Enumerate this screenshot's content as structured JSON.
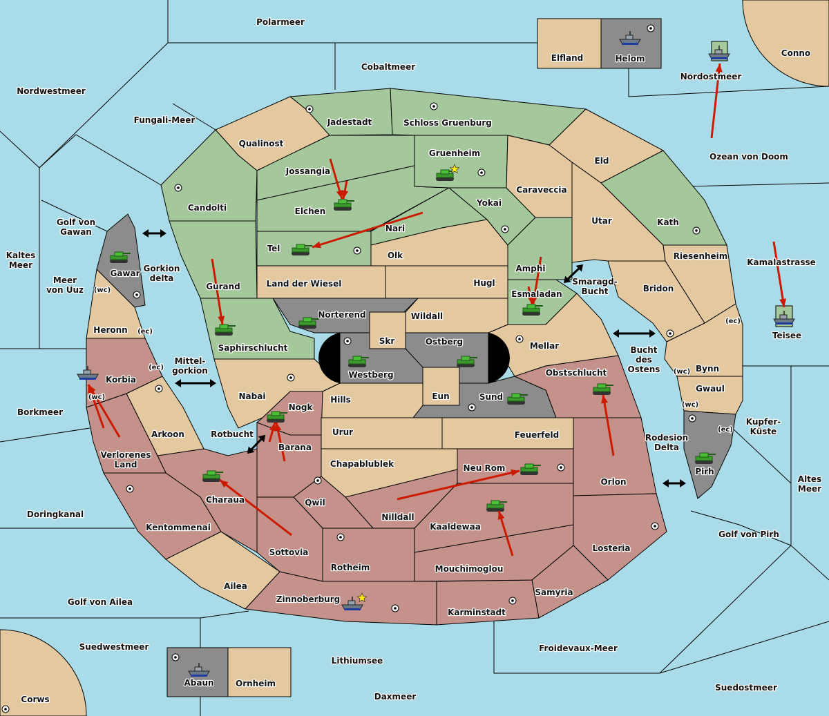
{
  "colors": {
    "sea": "#a9dce8",
    "green_power": "#a4c89c",
    "neutral": "#e3c8a0",
    "red_power": "#c4928a",
    "gray_power": "#8c8c8c",
    "impassable": "#000000",
    "move_arrow": "#cc1a00",
    "tank": "#3c9a2c",
    "ship": "#6d7a88",
    "home_star": "#ffee00"
  },
  "icons": {
    "army": "tank-icon",
    "fleet": "ship-icon",
    "supply_center": "supply-center-dot-icon",
    "capital": "star-icon",
    "move": "red-arrow-icon",
    "passage": "double-arrow-icon"
  },
  "labels": [
    [
      "Polarmeer"
    ],
    [
      "Cobaltmeer"
    ],
    [
      "Nordwestmeer"
    ],
    [
      "Fungali-Meer"
    ],
    [
      "Elfland"
    ],
    [
      "Helom"
    ],
    [
      "Conno"
    ],
    [
      "Nordostmeer"
    ],
    [
      "Jadestadt"
    ],
    [
      "Schloss Gruenburg"
    ],
    [
      "Qualinost"
    ],
    [
      "Gruenheim"
    ],
    [
      "Eld"
    ],
    [
      "Ozean von Doom"
    ],
    [
      "Jossangia"
    ],
    [
      "Caraveccia"
    ],
    [
      "Candolti"
    ],
    [
      "Yokai"
    ],
    [
      "Elchen"
    ],
    [
      "Utar"
    ],
    [
      "Kath"
    ],
    [
      "Golf von",
      "Gawan"
    ],
    [
      "Nari"
    ],
    [
      "Tel"
    ],
    [
      "Olk"
    ],
    [
      "Kaltes",
      "Meer"
    ],
    [
      "Riesenheim"
    ],
    [
      "Kamalastrasse"
    ],
    [
      "Amphi"
    ],
    [
      "Gawar"
    ],
    [
      "Gorkion",
      "delta"
    ],
    [
      "Meer",
      "von Uuz"
    ],
    [
      "Smaragd-",
      "Bucht"
    ],
    [
      "Land der Wiesel"
    ],
    [
      "Hugl"
    ],
    [
      "Gurand"
    ],
    [
      "Bridon"
    ],
    [
      "(wc)"
    ],
    [
      "Esmaladan"
    ],
    [
      "Norterend"
    ],
    [
      "Wildall"
    ],
    [
      "(ec)"
    ],
    [
      "Heronn"
    ],
    [
      "(ec)"
    ],
    [
      "Teisee"
    ],
    [
      "Skr"
    ],
    [
      "Ostberg"
    ],
    [
      "Mellar"
    ],
    [
      "Saphirschlucht"
    ],
    [
      "Bucht",
      "des",
      "Ostens"
    ],
    [
      "Mittel-",
      "gorkion"
    ],
    [
      "(ec)"
    ],
    [
      "Westberg"
    ],
    [
      "Bynn"
    ],
    [
      "(wc)"
    ],
    [
      "Obstschlucht"
    ],
    [
      "Korbia"
    ],
    [
      "Gwaul"
    ],
    [
      "Nabai"
    ],
    [
      "Eun"
    ],
    [
      "Sund"
    ],
    [
      "(wc)"
    ],
    [
      "Hills"
    ],
    [
      "(wc)"
    ],
    [
      "Nogk"
    ],
    [
      "Borkmeer"
    ],
    [
      "Kupfer-",
      "Küste"
    ],
    [
      "Urur"
    ],
    [
      "Feuerfeld"
    ],
    [
      "Arkoon"
    ],
    [
      "Rotbucht"
    ],
    [
      "Rodesion",
      "Delta"
    ],
    [
      "(ec)"
    ],
    [
      "Barana"
    ],
    [
      "Verlorenes",
      "Land"
    ],
    [
      "Chapablublek"
    ],
    [
      "Neu Rom"
    ],
    [
      "Pirh"
    ],
    [
      "Orlon"
    ],
    [
      "Altes",
      "Meer"
    ],
    [
      "Charaua"
    ],
    [
      "Qwil"
    ],
    [
      "Doringkanal"
    ],
    [
      "Nilldall"
    ],
    [
      "Kaaldewaa"
    ],
    [
      "Kentommenai"
    ],
    [
      "Golf von Pirh"
    ],
    [
      "Losteria"
    ],
    [
      "Sottovia"
    ],
    [
      "Rotheim"
    ],
    [
      "Mouchimoglou"
    ],
    [
      "Ailea"
    ],
    [
      "Samyria"
    ],
    [
      "Zinnoberburg"
    ],
    [
      "Golf von Ailea"
    ],
    [
      "Karminstadt"
    ],
    [
      "Suedwestmeer"
    ],
    [
      "Froidevaux-Meer"
    ],
    [
      "Lithiumsee"
    ],
    [
      "Abaun"
    ],
    [
      "Ornheim"
    ],
    [
      "Suedostmeer"
    ],
    [
      "Daxmeer"
    ],
    [
      "Corws"
    ]
  ],
  "units": [
    {
      "region": "Gawar",
      "type": "army"
    },
    {
      "region": "Korbia",
      "type": "fleet"
    },
    {
      "region": "Elchen",
      "type": "army"
    },
    {
      "region": "Gruenheim",
      "type": "army"
    },
    {
      "region": "Tel",
      "type": "army"
    },
    {
      "region": "Saphirschlucht",
      "type": "army"
    },
    {
      "region": "Norterend",
      "type": "army"
    },
    {
      "region": "Westberg",
      "type": "army"
    },
    {
      "region": "Ostberg",
      "type": "army"
    },
    {
      "region": "Sund",
      "type": "army"
    },
    {
      "region": "Esmaladan",
      "type": "army"
    },
    {
      "region": "Obstschlucht",
      "type": "army"
    },
    {
      "region": "Pirh",
      "type": "army"
    },
    {
      "region": "Nogk",
      "type": "army"
    },
    {
      "region": "Charaua",
      "type": "army"
    },
    {
      "region": "Neu Rom",
      "type": "army"
    },
    {
      "region": "Kaaldewaa",
      "type": "army"
    },
    {
      "region": "Zinnoberburg",
      "type": "fleet"
    },
    {
      "region": "Helom",
      "type": "fleet"
    },
    {
      "region": "Nordostmeer",
      "type": "fleet"
    },
    {
      "region": "Teisee",
      "type": "fleet"
    },
    {
      "region": "Abaun",
      "type": "fleet"
    }
  ]
}
